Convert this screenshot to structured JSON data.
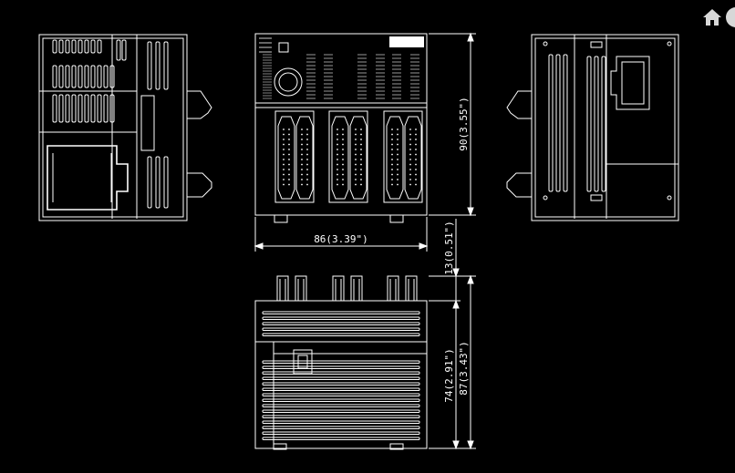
{
  "dimensions": {
    "width": "86(3.39\")",
    "height": "90(3.55\")",
    "connector_depth": "13(0.51\")",
    "body_depth": "74(2.91\")",
    "total_depth": "87(3.43\")"
  },
  "toolbar": {
    "home_icon": "home-icon",
    "settings_icon": "gear-icon"
  },
  "colors": {
    "background": "#000000",
    "line": "#ffffff",
    "icon": "#d8d8d8"
  }
}
